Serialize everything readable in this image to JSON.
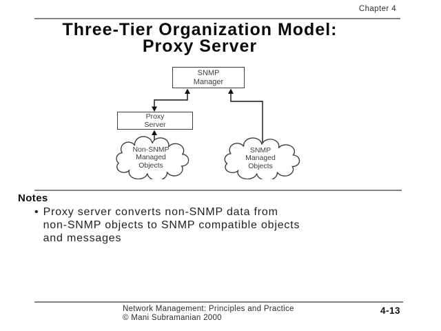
{
  "slide": {
    "chapter_label": "Chapter 4",
    "title_line1": "Three-Tier Organization Model:",
    "title_line2": "Proxy Server",
    "diagram": {
      "manager_box": {
        "lines": [
          "SNMP",
          "Manager"
        ]
      },
      "proxy_box": {
        "lines": [
          "Proxy",
          "Server"
        ]
      },
      "left_cloud": {
        "lines": [
          "Non-SNMP",
          "Managed",
          "Objects"
        ]
      },
      "right_cloud": {
        "lines": [
          "SNMP",
          "Managed",
          "Objects"
        ]
      }
    },
    "notes": {
      "heading": "Notes",
      "bullet": {
        "marker": "•",
        "lines": [
          "Proxy server converts non-SNMP data from",
          "non-SNMP objects to SNMP compatible objects",
          "and messages"
        ]
      }
    },
    "footer": {
      "line1": "Network Management: Principles and Practice",
      "line2": "©  Mani Subramanian 2000",
      "page_number": "4-13"
    },
    "colors": {
      "rule": "#828282",
      "ink": "#1a1a1a",
      "diagram_text": "#3d3d3d",
      "background": "#ffffff"
    }
  }
}
